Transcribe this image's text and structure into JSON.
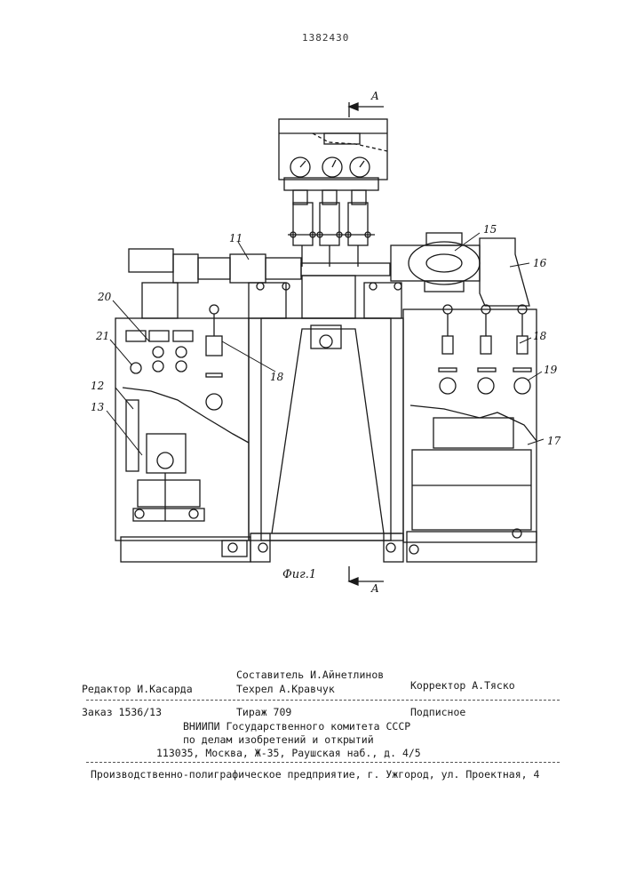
{
  "patent_number": "1382430",
  "section_marker": "A",
  "figure_caption": "Фиг.1",
  "labels": {
    "n11": "11",
    "n12": "12",
    "n13": "13",
    "n15": "15",
    "n16": "16",
    "n17": "17",
    "n18a": "18",
    "n18b": "18",
    "n19": "19",
    "n20": "20",
    "n21": "21"
  },
  "imprint": {
    "compiler": "Составитель И.Айнетлинов",
    "editor": "Редактор И.Касарда",
    "techred": "Техрел А.Кравчук",
    "corrector": "Корректор А.Тяско",
    "order": "Заказ 1536/13",
    "print_run": "Тираж 709",
    "subscription": "Подписное",
    "org_line1": "ВНИИПИ Государственного комитета СССР",
    "org_line2": "по делам изобретений и открытий",
    "address": "113035, Москва, Ж-35, Раушская наб., д. 4/5",
    "printer": "Производственно-полиграфическое предприятие, г. Ужгород, ул. Проектная, 4"
  }
}
